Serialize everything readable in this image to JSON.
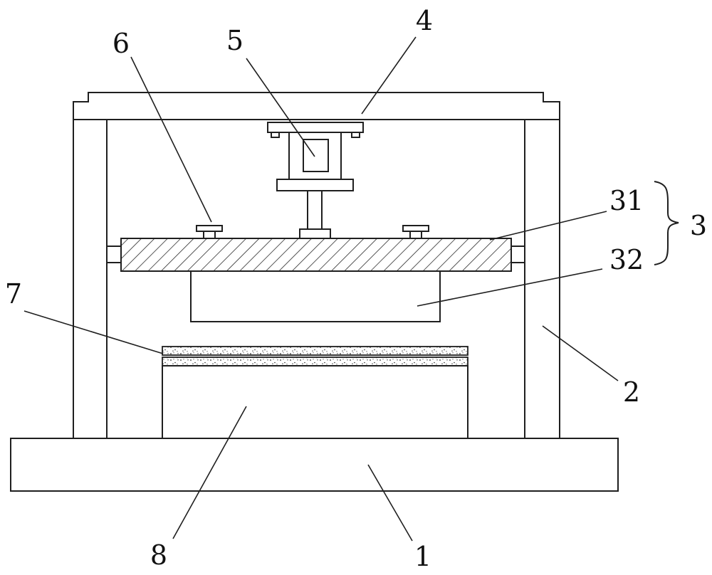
{
  "figure": {
    "background_color": "#ffffff",
    "line_color": "#1f1f1f",
    "labels": {
      "part1": "1",
      "part2": "2",
      "part3": "3",
      "part4": "4",
      "part5": "5",
      "part6": "6",
      "part7": "7",
      "part8": "8",
      "part31": "31",
      "part32": "32"
    }
  }
}
